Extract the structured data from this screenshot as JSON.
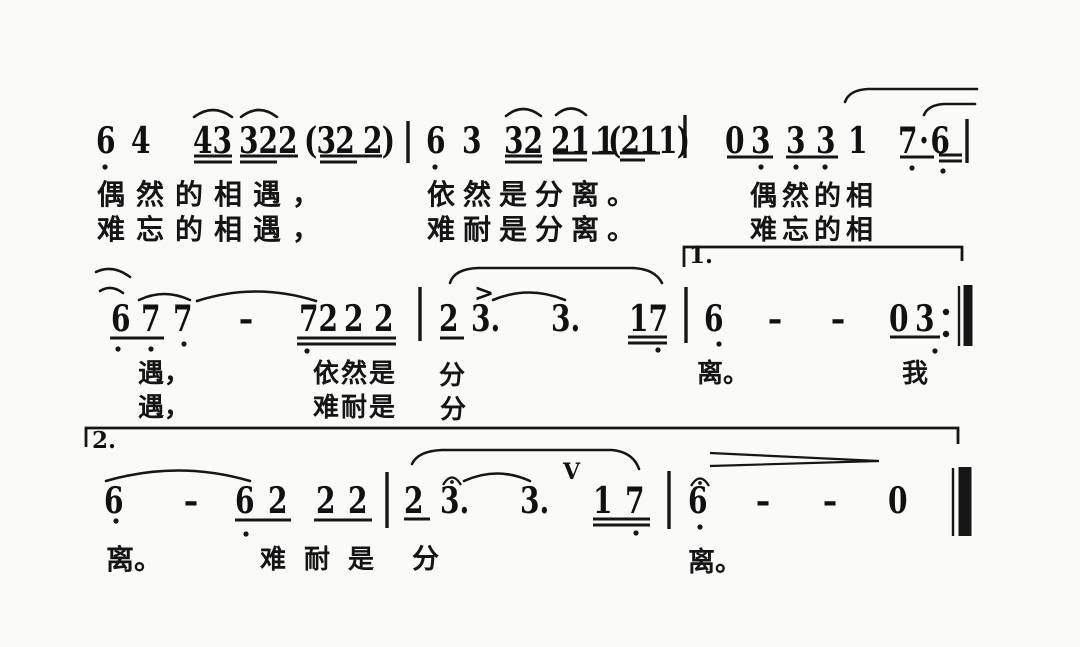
{
  "page": {
    "background": "#fafaf8",
    "ink": "#161616"
  },
  "notation": {
    "s1": [
      "6",
      "4",
      "43",
      "32",
      "2",
      "(32 2)",
      "6",
      "3",
      "32",
      "21",
      "1",
      "(211)",
      "0",
      "3",
      "3",
      "3",
      "1",
      "7·6"
    ],
    "s2": [
      "6",
      "7",
      "7",
      "–",
      "72",
      "2",
      "2",
      "2",
      "3.",
      "3.",
      "17",
      "6",
      "–",
      "–",
      "0",
      "3"
    ],
    "s3": [
      "6",
      "–",
      "6",
      "2",
      "2",
      "2",
      "2",
      "3.",
      "3.",
      "1",
      "7",
      "6",
      "–",
      "–",
      "0"
    ],
    "repeat_sign": ":‖",
    "final_barline": "‖"
  },
  "marks": {
    "volta1": "1.",
    "volta2": "2.",
    "accent": ">",
    "breath": "V"
  },
  "lyrics": {
    "s1_row1": [
      "偶然的相遇，",
      "依然是分离。",
      "偶然的相"
    ],
    "s1_row2": [
      "难忘的相遇，",
      "难耐是分离。",
      "难忘的相"
    ],
    "s2_row1": [
      "遇，",
      "依然是",
      "分",
      "离。",
      "我"
    ],
    "s2_row2": [
      "遇，",
      "难耐是",
      "分"
    ],
    "s3_row": [
      "离。",
      "难耐是",
      "分",
      "离。"
    ]
  }
}
